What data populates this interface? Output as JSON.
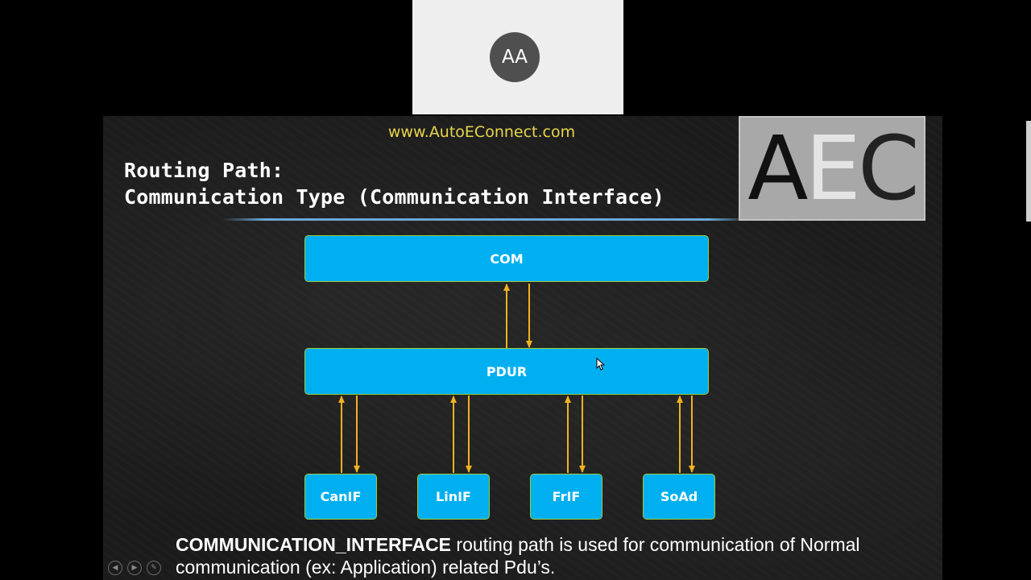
{
  "participant": {
    "initials": "AA"
  },
  "slide": {
    "site_url": "www.AutoEConnect.com",
    "title_line_1": "Routing Path:",
    "title_line_2": "Communication Type (Communication Interface)",
    "logo": {
      "letter_1": "A",
      "letter_2": "E",
      "letter_3": "C"
    },
    "modules": {
      "top": "COM",
      "middle": "PDUR",
      "bottom": [
        "CanIF",
        "LinIF",
        "FrIF",
        "SoAd"
      ]
    },
    "footnote": {
      "keyword": "COMMUNICATION_INTERFACE",
      "text": " routing path is used for communication of Normal communication (ex: Application) related Pdu’s."
    }
  },
  "colors": {
    "box_fill": "#00aff0",
    "box_border": "#9ccc3c",
    "arrow": "#f0b21e",
    "url_text": "#e8d64a",
    "underline": "#6aa8d6"
  },
  "icons": [
    "previous-slide-icon",
    "next-slide-icon",
    "pen-icon",
    "mouse-pointer-icon"
  ]
}
